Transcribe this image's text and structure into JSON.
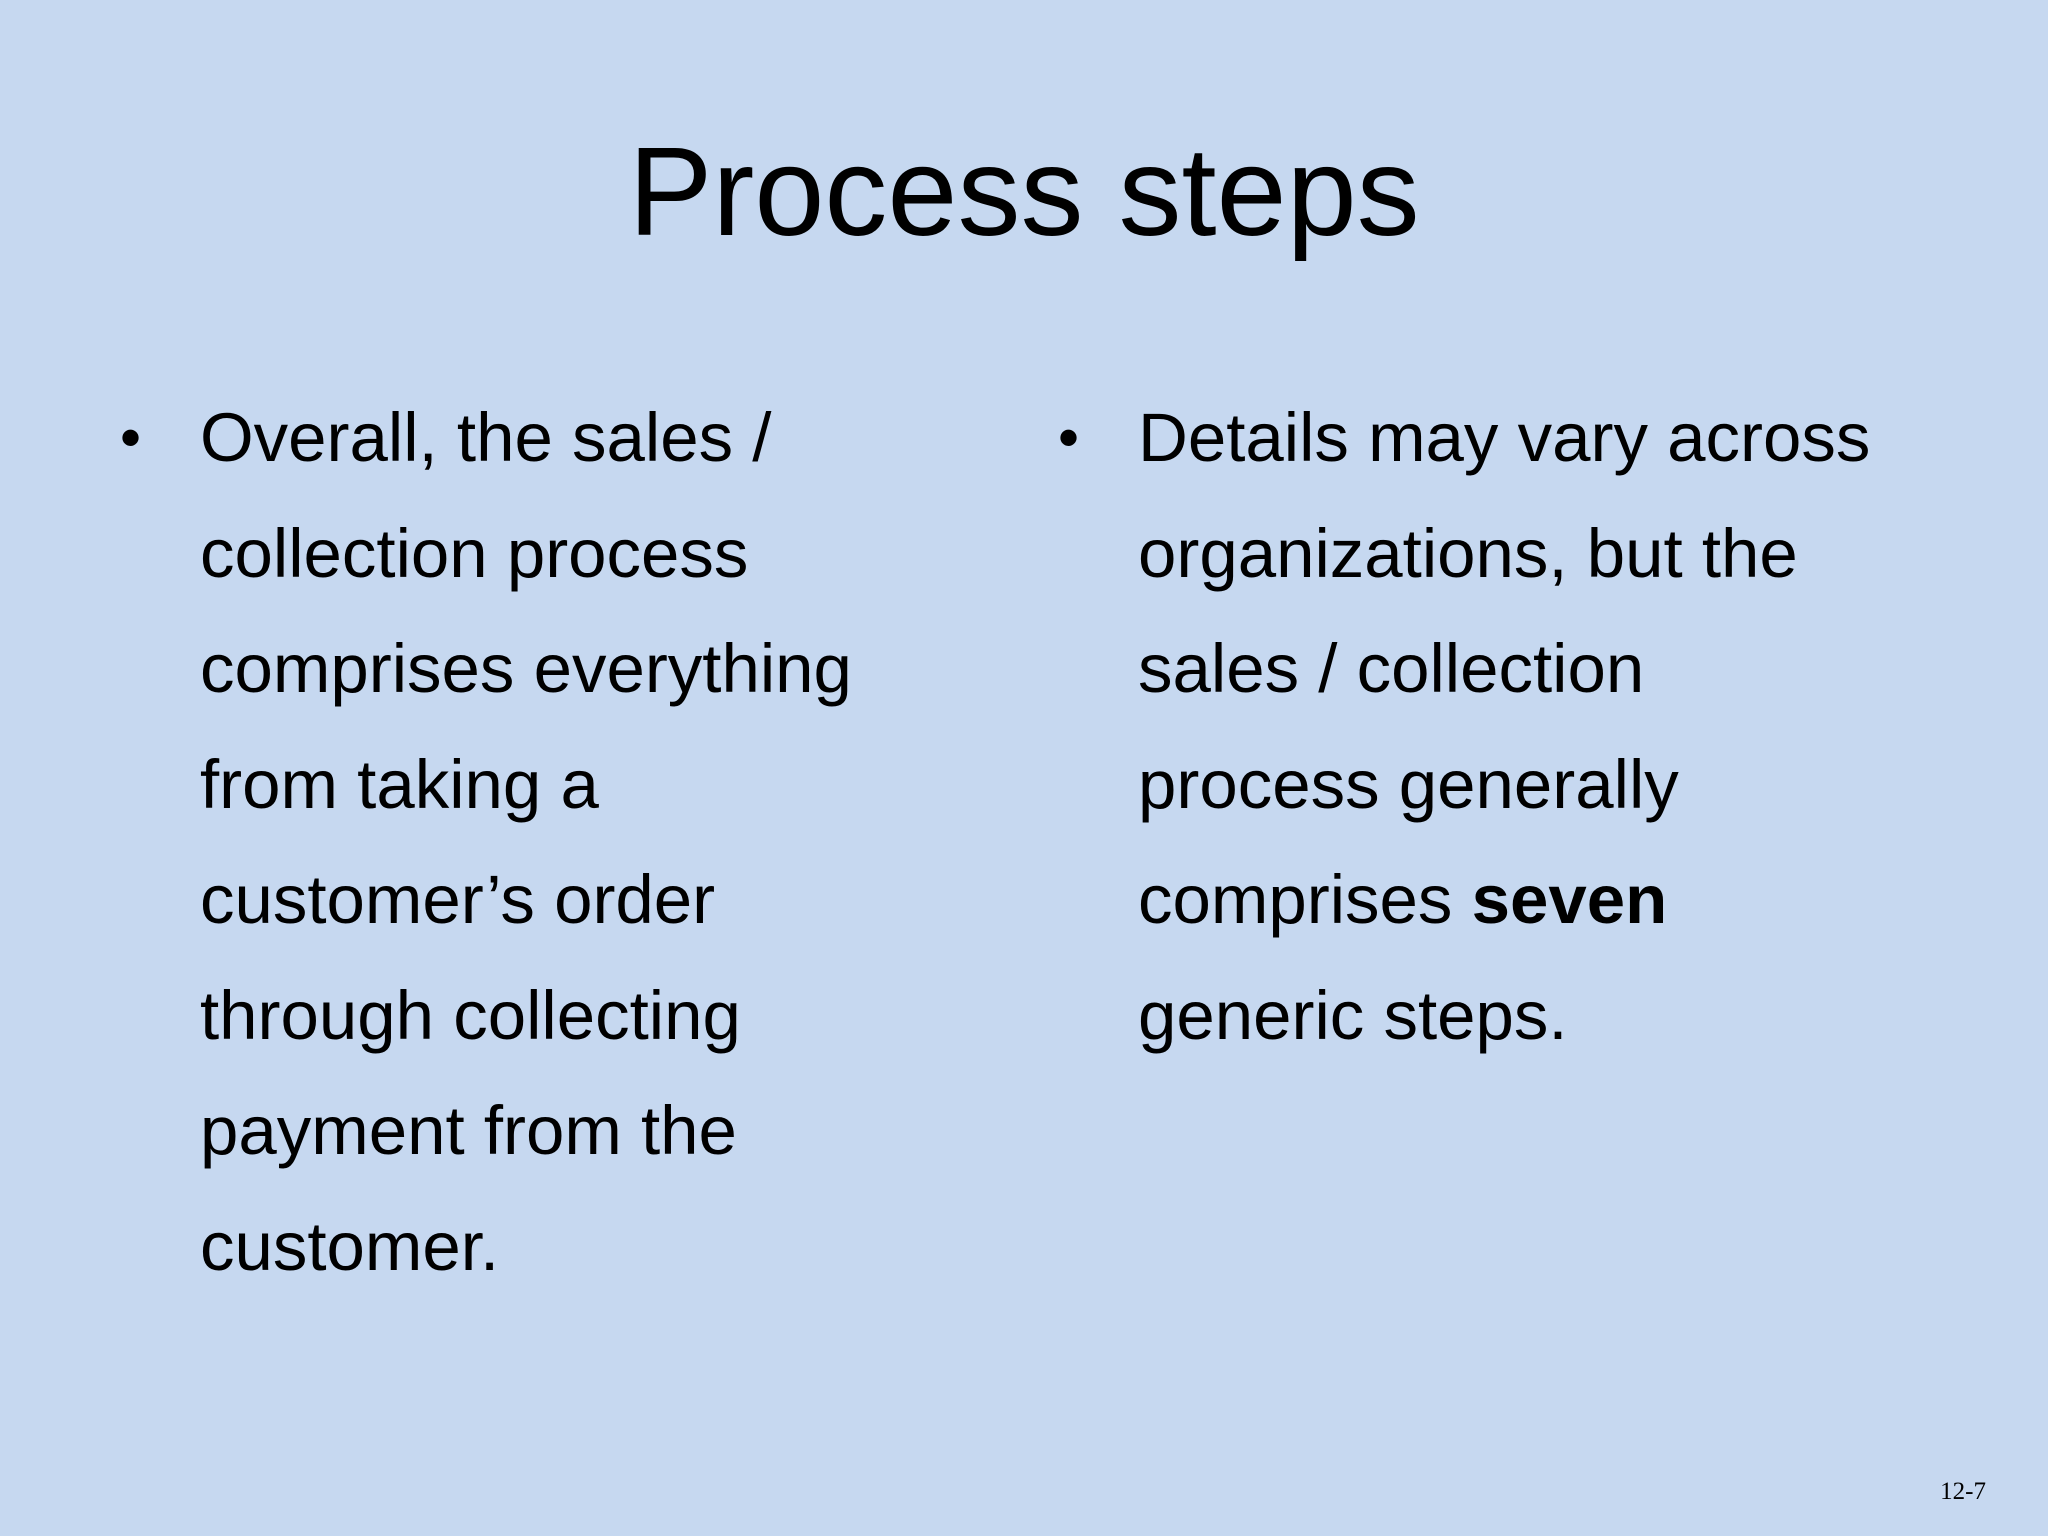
{
  "slide": {
    "title": "Process steps",
    "left_bullet": {
      "marker": "•",
      "lines": [
        "Overall, the sales /",
        "collection process",
        "comprises everything",
        "from taking a",
        "customer’s order",
        "through collecting",
        "payment from the",
        "customer."
      ]
    },
    "right_bullet": {
      "marker": "•",
      "lines": [
        "Details may vary across",
        "organizations, but the",
        "sales / collection",
        "process generally"
      ],
      "line5_normal": "comprises ",
      "line5_bold": "seven",
      "line6": "generic steps."
    },
    "page_number": "12-7"
  }
}
